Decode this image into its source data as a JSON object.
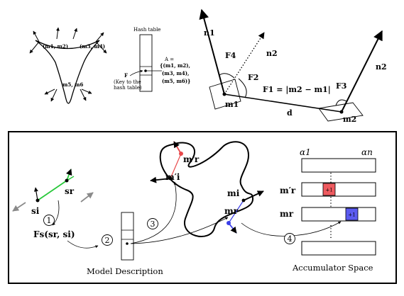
{
  "top_left": {
    "hash_table_title": "Hash table",
    "pair_labels": [
      "(m1, m2)",
      "(m3, m4)",
      "m5, m6"
    ],
    "key_label": "F",
    "key_note_line1": "(Key to the",
    "key_note_line2": "hash table)",
    "set_label": "A =",
    "set_line1": "{(m1, m2),",
    "set_line2": "(m3, m4),",
    "set_line3": "(m5, m6)}"
  },
  "top_right": {
    "n1": "n1",
    "n2_mid": "n2",
    "n2_right": "n2",
    "F2": "F2",
    "F3": "F3",
    "F4": "F4",
    "F1_formula": "F1 = |m2 − m1|",
    "d": "d",
    "m1": "m1",
    "m2": "m2"
  },
  "bottom": {
    "si": "si",
    "sr": "sr",
    "step1": "1",
    "step2": "2",
    "step3": "3",
    "step4": "4",
    "feature": "Fs(sr, si)",
    "mr_prime": "m′r",
    "mi_prime": "m′i",
    "mi": "mi",
    "mr": "mr",
    "alpha1": "α1",
    "alphan": "αn",
    "row_mr_prime": "m′r",
    "row_mr": "mr",
    "vote1": "+1",
    "vote2": "+1",
    "caption_model": "Model Description",
    "caption_accumulator": "Accumulator Space",
    "colors": {
      "red": "#e8484b",
      "blue": "#3a3ee8",
      "green": "#28c83a",
      "gray": "#8a8a8a",
      "vote_red": "#ee5a5f",
      "vote_blue": "#5b5bf0"
    }
  }
}
